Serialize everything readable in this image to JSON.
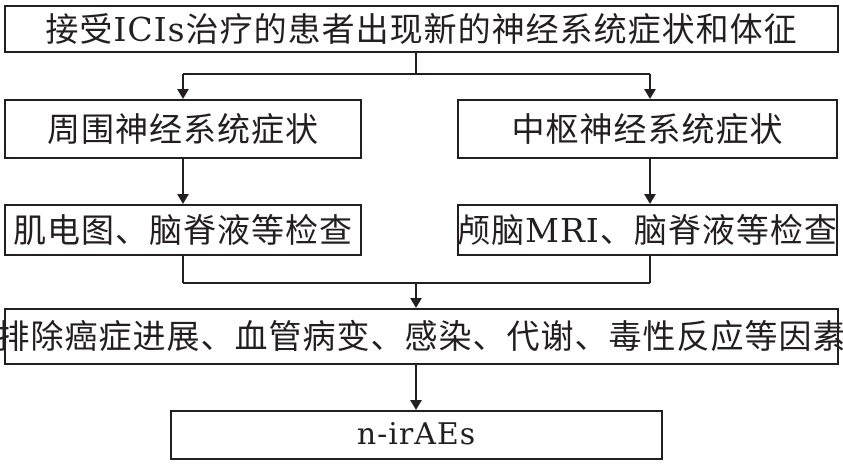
{
  "boxes": {
    "top": "接受ICIs治疗的患者出现新的神经系统症状和体征",
    "peripheral": "周围神经系统症状",
    "central": "中枢神经系统症状",
    "peripheral_tests": "肌电图、脑脊液等检查",
    "central_tests": "颅脑MRI、脑脊液等检查",
    "exclusion": "排除癌症进展、血管病变、感染、代谢、毒性反应等因素",
    "outcome": "n-irAEs"
  }
}
